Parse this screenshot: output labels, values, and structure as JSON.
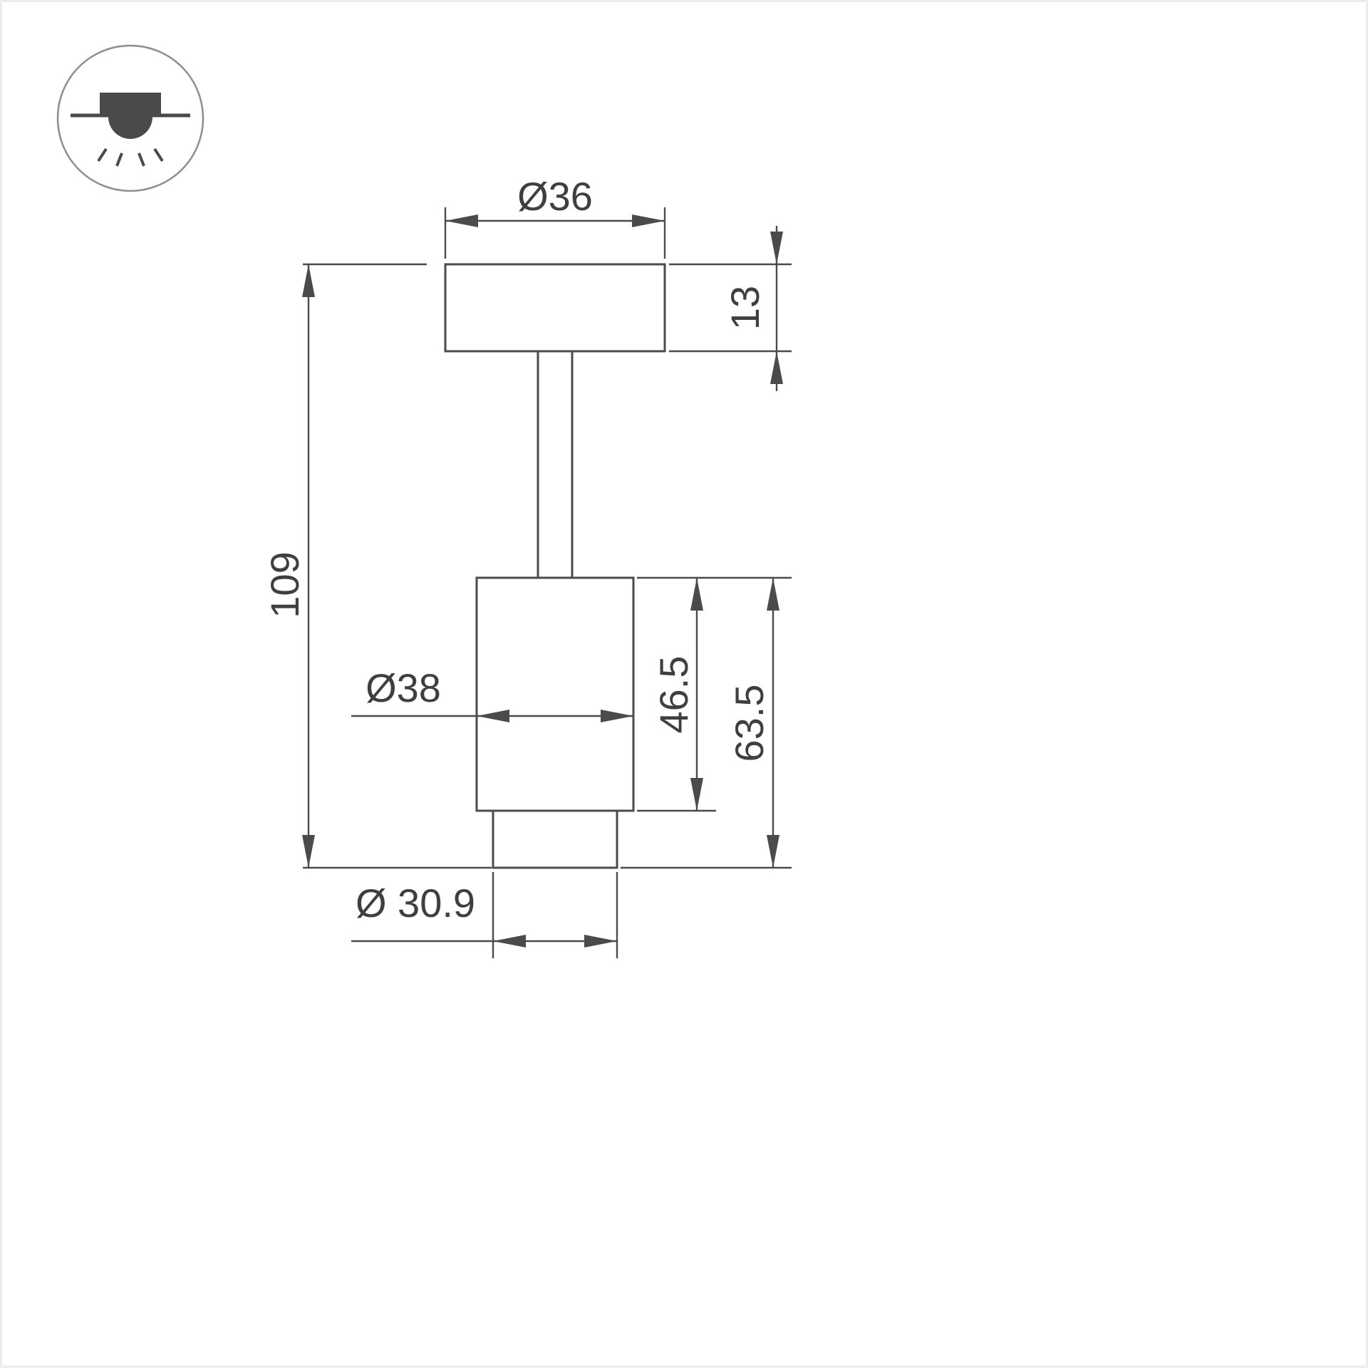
{
  "icon": {
    "name": "recessed-downlight-icon"
  },
  "dims": {
    "canopy_diameter": "Ø36",
    "canopy_height": "13",
    "overall_height": "109",
    "body_diameter": "Ø38",
    "body_height": "46.5",
    "lower_section_height": "63.5",
    "tip_diameter": "Ø 30.9"
  },
  "colors": {
    "line": "#4b4b4b",
    "text": "#3f3f3f",
    "icon": "#4a4a4a",
    "background": "#ffffff"
  }
}
